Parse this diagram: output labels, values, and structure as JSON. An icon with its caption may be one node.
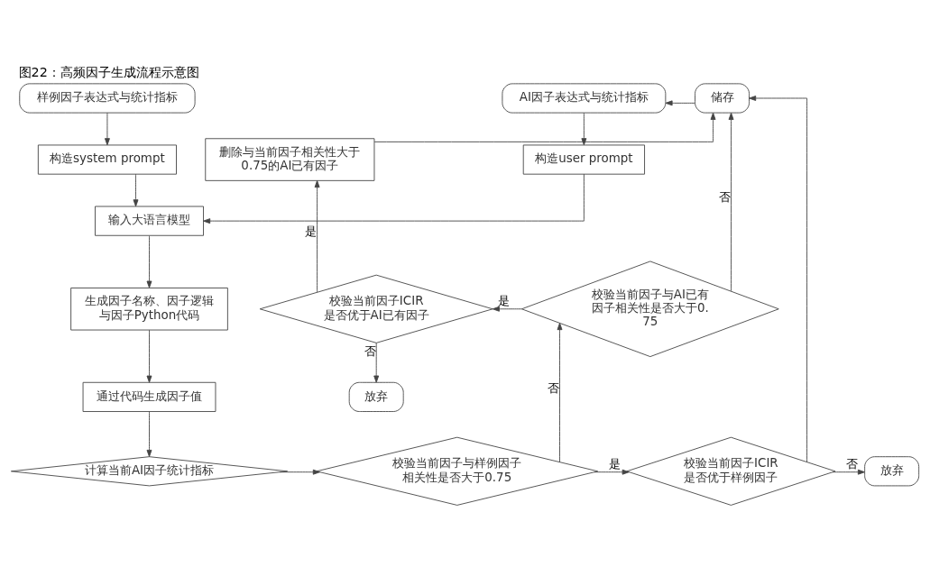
{
  "diagram": {
    "title": "图22：高频因子生成流程示意图",
    "nodes": [
      {
        "text": [
          "样例因子表达式与统计指标"
        ]
      },
      {
        "text": [
          "AI因子表达式与统计指标"
        ]
      },
      {
        "text": [
          "储存"
        ]
      },
      {
        "text": [
          "构造system prompt"
        ]
      },
      {
        "text": [
          "构造user prompt"
        ]
      },
      {
        "text": [
          "删除与当前因子相关性大于0.75的AI已有因子"
        ]
      },
      {
        "text": [
          "输入大语言模型"
        ]
      },
      {
        "text": [
          "生成因子名称、因子逻辑与因子Python代码"
        ]
      },
      {
        "text": [
          "校验当前因子与AI已有因子相关性是否大于0.75"
        ]
      },
      {
        "text": [
          "校验当前因子ICIR是否优于AI已有因子"
        ]
      },
      {
        "text": [
          "通过代码生成因子值"
        ]
      },
      {
        "text": [
          "放弃"
        ]
      },
      {
        "text": [
          "计算当前AI因子统计指标"
        ]
      },
      {
        "text": [
          "校验当前因子与样例因子相关性是否大于0.75"
        ]
      },
      {
        "text": [
          "校验当前因子ICIR是否优于样例因子"
        ]
      },
      {
        "text": [
          "放弃"
        ]
      }
    ],
    "edges": [
      {
        "from": 0,
        "to": 3,
        "arrow": "to"
      },
      {
        "from": 1,
        "to": 4,
        "arrow": "to"
      },
      {
        "from": 2,
        "to": 1,
        "arrow": "to"
      },
      {
        "from": 3,
        "to": 6,
        "arrow": "to"
      },
      {
        "from": 4,
        "to": 6,
        "arrow": "to"
      },
      {
        "from": 5,
        "to": 2,
        "arrow": "to"
      },
      {
        "from": 6,
        "to": 7,
        "arrow": "to"
      },
      {
        "from": 7,
        "to": 10,
        "arrow": "to"
      },
      {
        "from": 8,
        "to": 2,
        "label": "否",
        "arrow": "to"
      },
      {
        "from": 8,
        "to": 9,
        "label": "是",
        "arrow": "to"
      },
      {
        "from": 9,
        "to": 5,
        "label": "是",
        "arrow": "to"
      },
      {
        "from": 9,
        "to": 11,
        "label": "否",
        "arrow": "to"
      },
      {
        "from": 10,
        "to": 12,
        "arrow": "to"
      },
      {
        "from": 12,
        "to": 13,
        "arrow": "to"
      },
      {
        "from": 13,
        "to": 8,
        "label": "否",
        "arrow": "to"
      },
      {
        "from": 13,
        "to": 14,
        "label": "是",
        "arrow": "to"
      },
      {
        "from": 14,
        "to": 15,
        "label": "否",
        "arrow": "to"
      },
      {
        "from": 14,
        "to": 2,
        "arrow": "to"
      }
    ]
  }
}
